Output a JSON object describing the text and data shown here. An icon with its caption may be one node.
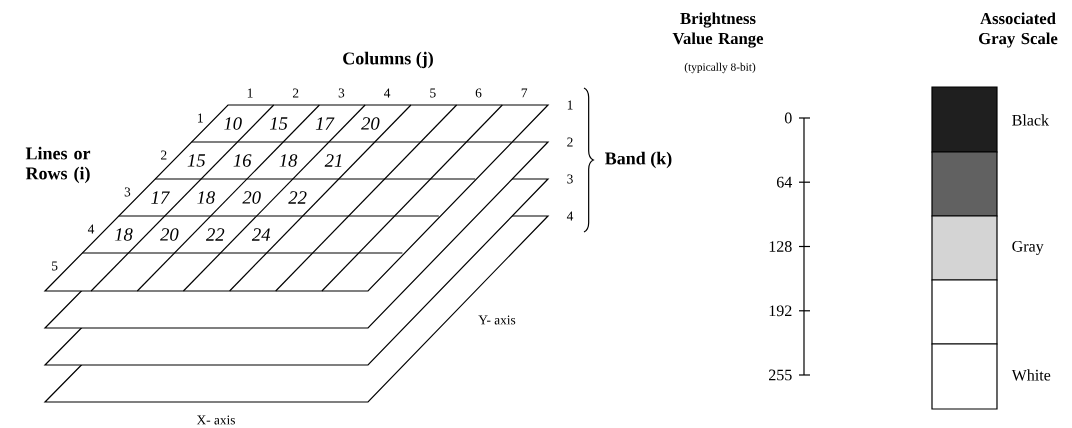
{
  "diagram": {
    "labels": [
      "Columns (j)",
      "1",
      "2",
      "3",
      "4",
      "5",
      "6",
      "7",
      "Lines or Rows (i)",
      "1",
      "2",
      "3",
      "4",
      "5",
      "10",
      "15",
      "17",
      "20",
      "15",
      "16",
      "18",
      "21",
      "17",
      "18",
      "20",
      "22",
      "18",
      "20",
      "22",
      "24",
      "1",
      "2",
      "3",
      "4",
      "Band (k)",
      "Y- axis",
      "X- axis",
      "Brightness Value Range",
      "(typically 8-bit)",
      "0",
      "64",
      "128",
      "192",
      "255",
      "Associated Gray Scale",
      "Black",
      "Gray",
      "White"
    ]
  }
}
